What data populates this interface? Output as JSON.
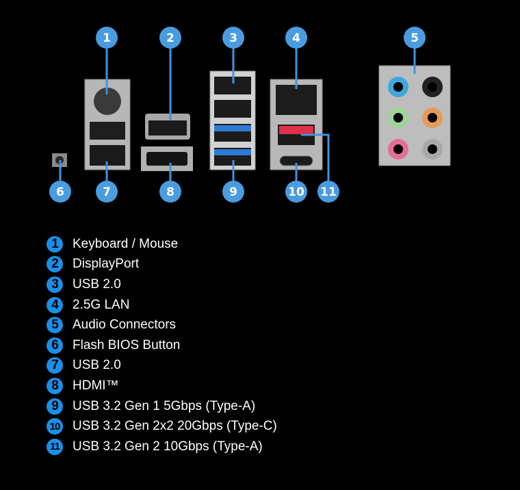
{
  "colors": {
    "background": "#000000",
    "callout_badge": "#4a9ce0",
    "callout_line": "#3d95e0",
    "legend_badge": "#1a8fe8",
    "text": "#ffffff",
    "metal": "#b9b9b9",
    "usb2": "#1b1b1b",
    "usb32_gen1": "#2d7bd4",
    "usb32_gen2": "#e0304a",
    "audio_blue": "#3fa7dc",
    "audio_black": "#222222",
    "audio_green": "#9ed39a",
    "audio_orange": "#e49a5a",
    "audio_pink": "#e36f99",
    "audio_gray": "#a9a9a9"
  },
  "callouts": [
    {
      "num": "1",
      "port": "keyboard-mouse"
    },
    {
      "num": "2",
      "port": "displayport"
    },
    {
      "num": "3",
      "port": "usb-2-top"
    },
    {
      "num": "4",
      "port": "lan"
    },
    {
      "num": "5",
      "port": "audio"
    },
    {
      "num": "6",
      "port": "flash-bios-button"
    },
    {
      "num": "7",
      "port": "usb-2-left"
    },
    {
      "num": "8",
      "port": "hdmi"
    },
    {
      "num": "9",
      "port": "usb-3-2-gen1"
    },
    {
      "num": "10",
      "port": "usb-type-c"
    },
    {
      "num": "11",
      "port": "usb-3-2-gen2"
    }
  ],
  "legend": [
    {
      "num": "1",
      "label": "Keyboard / Mouse"
    },
    {
      "num": "2",
      "label": "DisplayPort"
    },
    {
      "num": "3",
      "label": "USB 2.0"
    },
    {
      "num": "4",
      "label": "2.5G LAN"
    },
    {
      "num": "5",
      "label": "Audio Connectors"
    },
    {
      "num": "6",
      "label": "Flash BIOS Button"
    },
    {
      "num": "7",
      "label": "USB 2.0"
    },
    {
      "num": "8",
      "label": "HDMI™"
    },
    {
      "num": "9",
      "label": "USB 3.2 Gen 1 5Gbps (Type-A)"
    },
    {
      "num": "10",
      "label": "USB 3.2 Gen 2x2 20Gbps (Type-C)"
    },
    {
      "num": "11",
      "label": "USB 3.2 Gen 2 10Gbps (Type-A)"
    }
  ]
}
